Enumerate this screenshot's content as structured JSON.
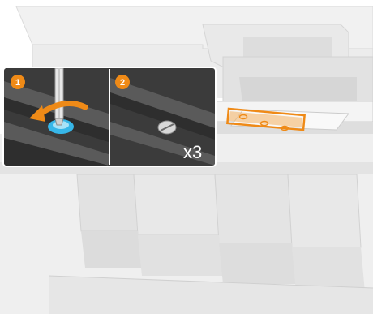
{
  "colors": {
    "accent": "#ef8a17",
    "accent_light": "#f7b35a",
    "inset_background": "#3b3b3b",
    "printer_body": "#e6e6e6",
    "printer_shadow": "#cfcfcf",
    "water_blue": "#37b6e8"
  },
  "callouts": [
    {
      "label": "1"
    },
    {
      "label": "2"
    }
  ],
  "multiplier_text": "x3",
  "icons": [
    "screwdriver-icon",
    "rotate-arrow-icon",
    "screw-icon"
  ],
  "highlighted_screw_count": 3
}
